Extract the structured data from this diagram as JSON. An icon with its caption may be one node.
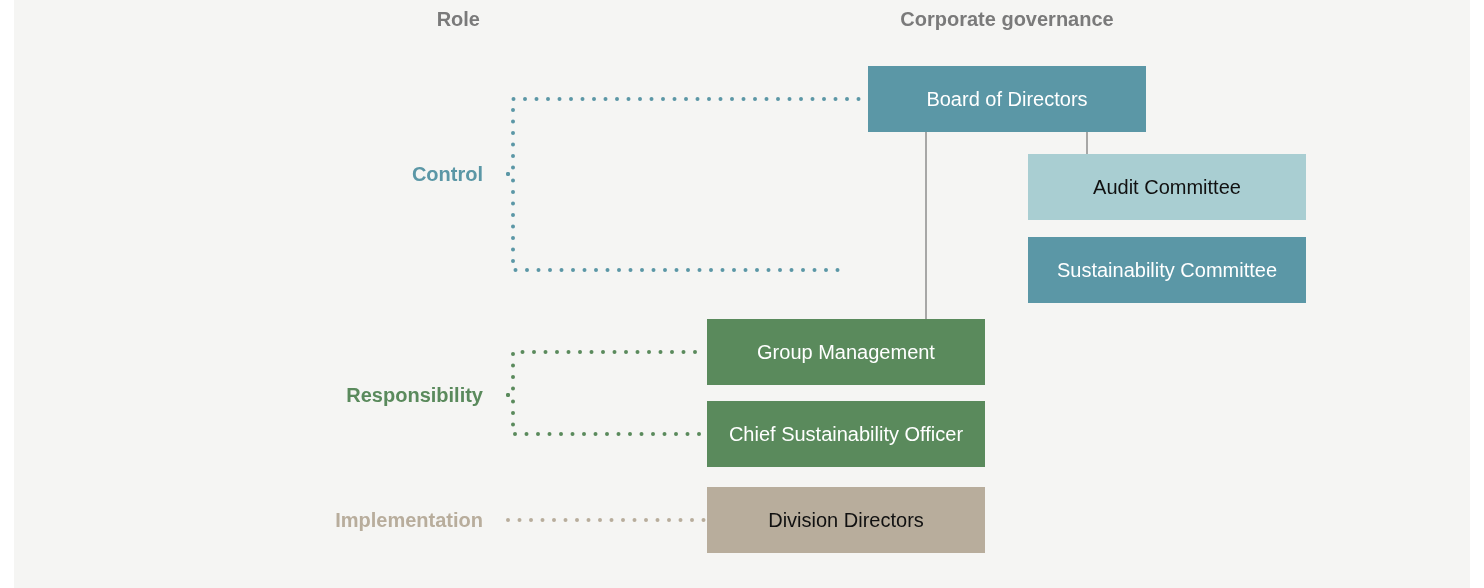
{
  "diagram": {
    "nodes": [
      {
        "text": [
          "Board of Directors"
        ]
      },
      {
        "text": [
          "Audit Committee"
        ]
      },
      {
        "text": [
          "Sustainability Committee"
        ]
      },
      {
        "text": [
          "Control"
        ]
      },
      {
        "text": [
          "Group Management"
        ]
      },
      {
        "text": [
          "Responsibility"
        ]
      },
      {
        "text": [
          "Chief Sustainability Officer"
        ]
      },
      {
        "text": [
          "Implementation"
        ]
      },
      {
        "text": [
          "Division Directors"
        ]
      }
    ],
    "edges": [
      {
        "from": 0,
        "to": 4,
        "arrow": "none",
        "color": "#8c8c8c"
      },
      {
        "from": 0,
        "to": 1,
        "arrow": "none",
        "color": "#8c8c8c"
      },
      {
        "from": 3,
        "to": 0,
        "arrow": "none",
        "style": "dashed",
        "color": "#5b97a6"
      },
      {
        "from": 3,
        "to": null,
        "arrow": "none",
        "style": "dashed",
        "color": "#5b97a6"
      },
      {
        "from": 5,
        "to": 4,
        "arrow": "none",
        "style": "dashed",
        "color": "#5a8a5c"
      },
      {
        "from": 5,
        "to": 6,
        "arrow": "none",
        "style": "dashed",
        "color": "#5a8a5c"
      },
      {
        "from": 7,
        "to": 8,
        "arrow": "none",
        "style": "dashed",
        "color": "#b8ad9c"
      }
    ],
    "labels": [
      "Role",
      "Corporate governance"
    ]
  }
}
